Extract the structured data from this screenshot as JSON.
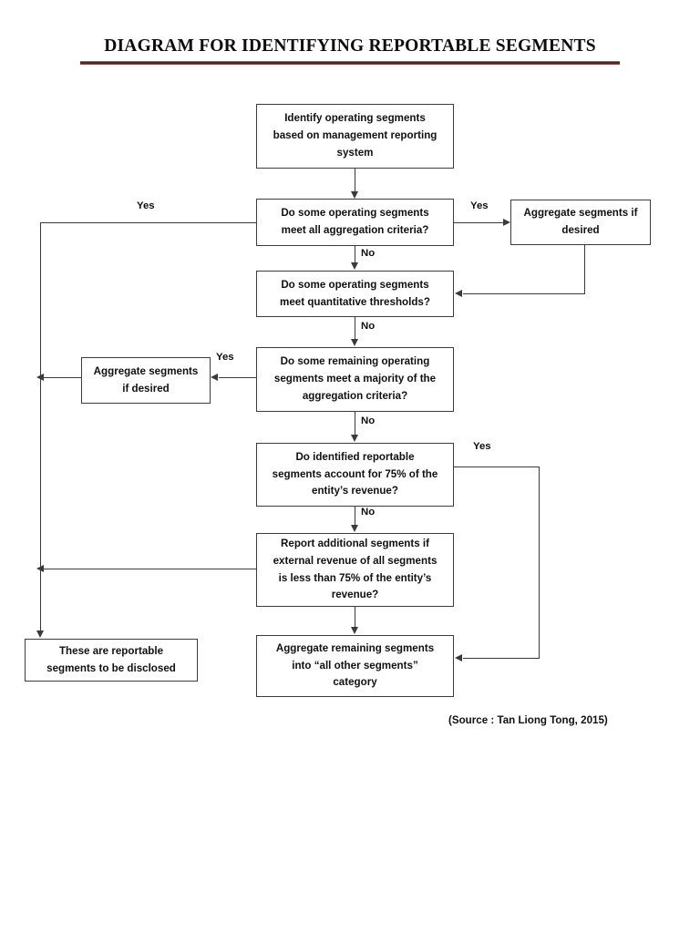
{
  "document": {
    "title": "DIAGRAM FOR IDENTIFYING REPORTABLE SEGMENTS",
    "source_note": "(Source : Tan Liong Tong, 2015)"
  },
  "nodes": {
    "identify_operating_segments": {
      "line1": "Identify operating segments",
      "line2": "based on management reporting",
      "line3": "system"
    },
    "aggregation_criteria_question": {
      "line1": "Do some operating segments",
      "line2": "meet all aggregation criteria?"
    },
    "aggregate_if_desired_right": {
      "line1": "Aggregate segments if",
      "line2": "desired"
    },
    "quantitative_thresholds_question": {
      "line1": "Do some operating segments",
      "line2": "meet quantitative thresholds?"
    },
    "majority_criteria_question": {
      "line1": "Do some remaining operating",
      "line2": "segments meet a majority of the",
      "line3": "aggregation criteria?"
    },
    "aggregate_if_desired_left": {
      "line1": "Aggregate segments",
      "line2": "if desired"
    },
    "seventy_five_percent_question": {
      "line1": "Do identified reportable",
      "line2": "segments account for 75% of the",
      "line3": "entity’s revenue?"
    },
    "report_additional_segments": {
      "line1": "Report additional segments if",
      "line2": "external revenue of all segments",
      "line3": "is less than 75% of the entity’s",
      "line4": "revenue?"
    },
    "aggregate_remaining_segments": {
      "line1": "Aggregate remaining segments",
      "line2": "into “all other segments”",
      "line3": "category"
    },
    "reportable_segments_outcome": {
      "line1": "These are reportable",
      "line2": "segments to be disclosed"
    }
  },
  "edge_labels": {
    "yes_left_top": "Yes",
    "yes_right_top": "Yes",
    "no_after_aggregation": "No",
    "no_after_thresholds": "No",
    "yes_majority": "Yes",
    "no_after_majority": "No",
    "yes_seventy_five": "Yes",
    "no_after_seventy_five": "No"
  },
  "colors": {
    "rule_dark": "#5d1f1f",
    "rule_light": "#9c5c5c",
    "border": "#3d3d3d",
    "connector": "#3a3a3a",
    "text": "#111111"
  }
}
